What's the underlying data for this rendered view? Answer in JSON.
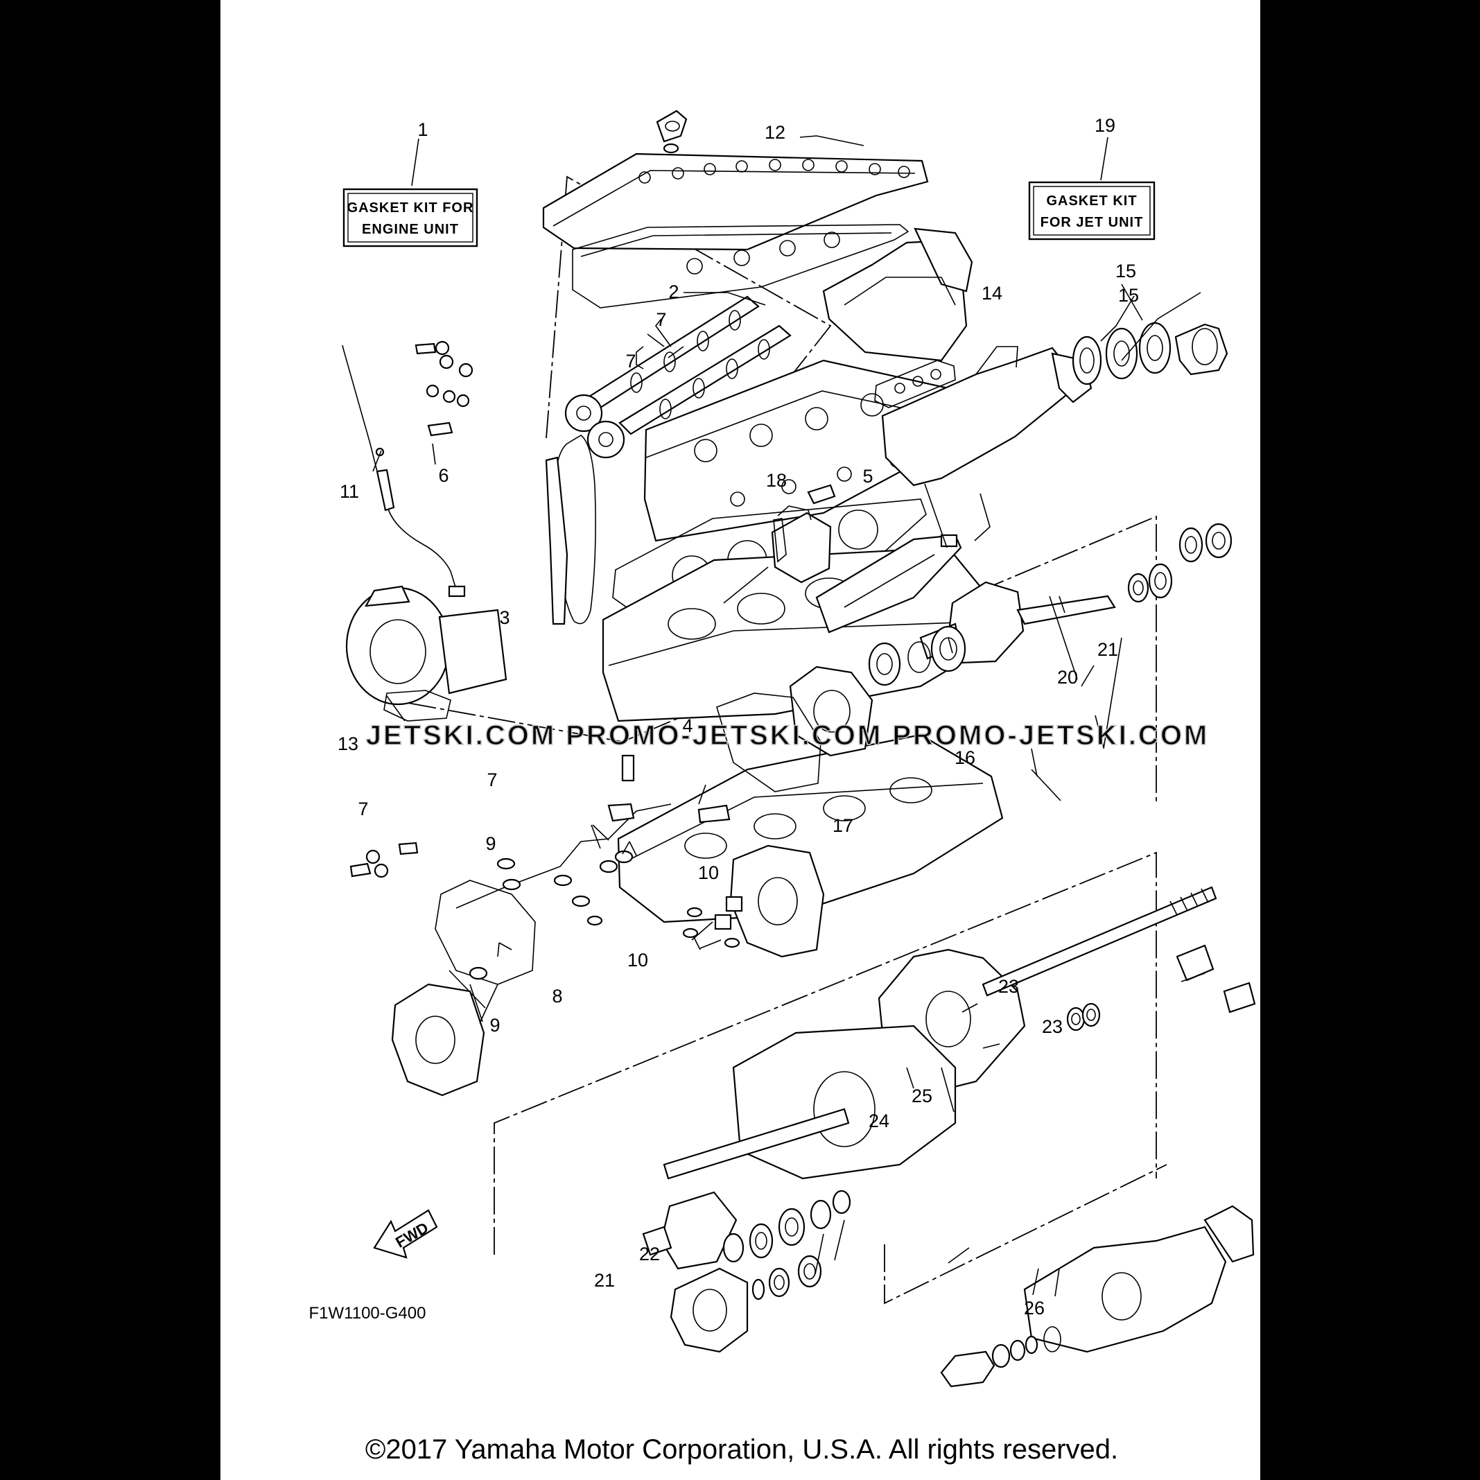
{
  "callouts": {
    "c1": "1",
    "c2": "2",
    "c3": "3",
    "c4": "4",
    "c5": "5",
    "c6": "6",
    "c7a": "7",
    "c7b": "7",
    "c7c": "7",
    "c7d": "7",
    "c8": "8",
    "c9a": "9",
    "c9b": "9",
    "c10a": "10",
    "c10b": "10",
    "c11": "11",
    "c12": "12",
    "c13": "13",
    "c14": "14",
    "c15a": "15",
    "c15b": "15",
    "c16": "16",
    "c17": "17",
    "c18": "18",
    "c19": "19",
    "c20": "20",
    "c21a": "21",
    "c21b": "21",
    "c22": "22",
    "c23a": "23",
    "c23b": "23",
    "c24": "24",
    "c25": "25",
    "c26": "26"
  },
  "kits": {
    "engine": {
      "line1": "GASKET KIT FOR",
      "line2": "ENGINE UNIT"
    },
    "jet": {
      "line1": "GASKET KIT",
      "line2": "FOR JET UNIT"
    }
  },
  "fwd_label": "FWD",
  "diagram_code": "F1W1100-G400",
  "watermark": "JETSKI.COM     PROMO-JETSKI.COM     PROMO-JETSKI.COM",
  "copyright": "©2017 Yamaha Motor Corporation, U.S.A. All rights reserved."
}
